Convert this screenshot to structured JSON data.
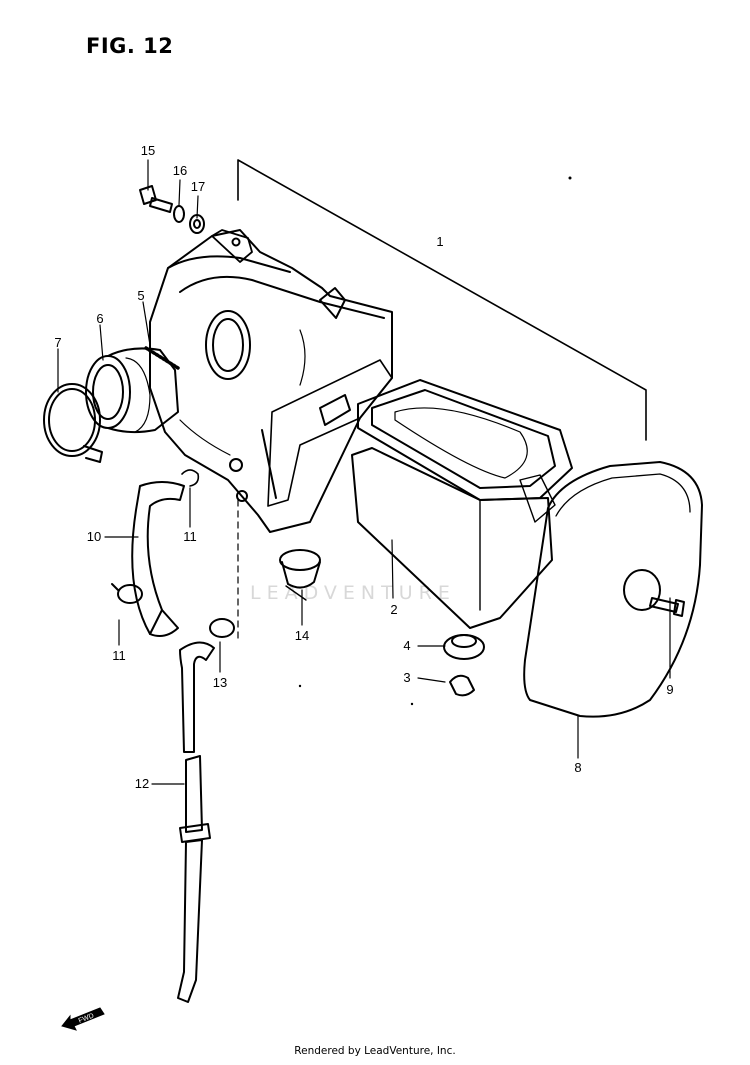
{
  "figure": {
    "title": "FIG. 12"
  },
  "watermark": "LEADVENTURE",
  "credit": "Rendered by LeadVenture, Inc.",
  "fwd_label": "FWD",
  "callouts": [
    {
      "id": "1",
      "label": "1"
    },
    {
      "id": "2",
      "label": "2"
    },
    {
      "id": "3",
      "label": "3"
    },
    {
      "id": "4",
      "label": "4"
    },
    {
      "id": "5",
      "label": "5"
    },
    {
      "id": "6",
      "label": "6"
    },
    {
      "id": "7",
      "label": "7"
    },
    {
      "id": "8",
      "label": "8"
    },
    {
      "id": "9",
      "label": "9"
    },
    {
      "id": "10",
      "label": "10"
    },
    {
      "id": "11a",
      "label": "11"
    },
    {
      "id": "11b",
      "label": "11"
    },
    {
      "id": "12",
      "label": "12"
    },
    {
      "id": "13",
      "label": "13"
    },
    {
      "id": "14",
      "label": "14"
    },
    {
      "id": "15",
      "label": "15"
    },
    {
      "id": "16",
      "label": "16"
    },
    {
      "id": "17",
      "label": "17"
    }
  ]
}
